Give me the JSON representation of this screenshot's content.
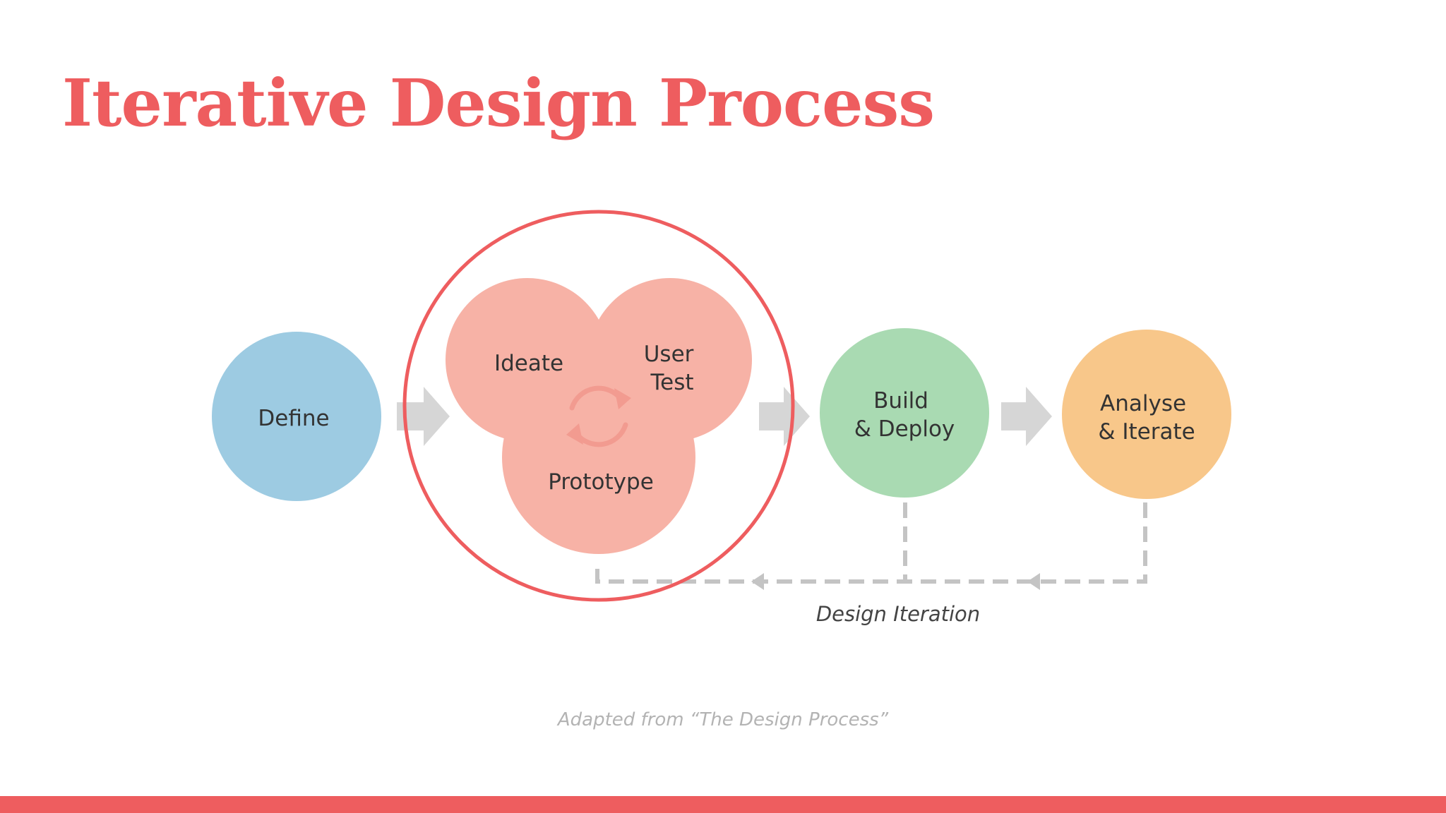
{
  "slide": {
    "title": "Iterative Design Process",
    "credit": "Adapted from “The Design Process”"
  },
  "diagram": {
    "stages": {
      "define": "Define",
      "ideate": "Ideate",
      "user_test": [
        "User",
        "Test"
      ],
      "prototype": "Prototype",
      "build_deploy": [
        "Build",
        "& Deploy"
      ],
      "analyse_iterate": [
        "Analyse",
        "& Iterate"
      ]
    },
    "loop_label": "Design Iteration",
    "cycle_icon": "refresh-cycle-icon",
    "arrow_icon": "right-arrow-icon"
  },
  "colors": {
    "accent": "#ee5d5f",
    "define": "#9dcbe2",
    "iterative_cluster": "#f7b2a6",
    "build_deploy": "#a9dab2",
    "analyse_iterate": "#f8c78a",
    "arrow": "#d6d6d6",
    "dashed_line": "#c4c4c4",
    "cycle_icon": "#f29b90"
  }
}
